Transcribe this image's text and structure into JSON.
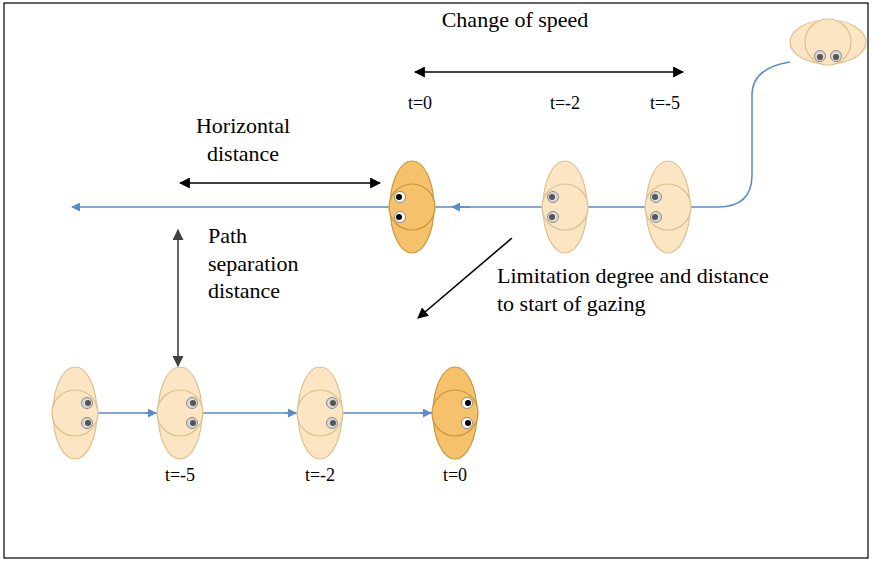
{
  "diagram": {
    "labels": [
      "Change of speed",
      "Horizontal distance",
      "t=0",
      "t=-2",
      "t=-5",
      "Path separation distance",
      "Limitation degree and distance to start of gazing",
      "t=-5",
      "t=-2",
      "t=0"
    ]
  }
}
